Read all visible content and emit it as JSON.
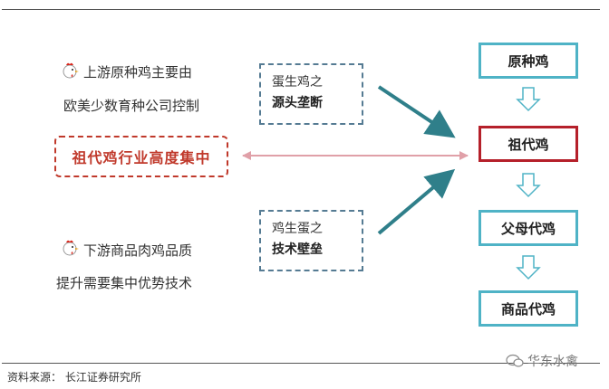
{
  "upstream": {
    "line1": "上游原种鸡主要由",
    "line2": "欧美少数育种公司控制"
  },
  "centralize": {
    "label": "祖代鸡行业高度集中"
  },
  "downstream": {
    "line1": "下游商品肉鸡品质",
    "line2": "提升需要集中优势技术"
  },
  "egg_box": {
    "line1": "蛋生鸡之",
    "line2": "源头垄断"
  },
  "chicken_box": {
    "line1": "鸡生蛋之",
    "line2": "技术壁垒"
  },
  "chain": {
    "items": [
      "原种鸡",
      "祖代鸡",
      "父母代鸡",
      "商品代鸡"
    ]
  },
  "footer": {
    "source": "资料来源：  长江证券研究所",
    "watermark": "华东水禽"
  },
  "colors": {
    "teal": "#2f7f8a",
    "chain_blue": "#4fb3c6",
    "chain_red": "#b5202a",
    "dashed_red": "#c0392b",
    "dashed_blue": "#557b93",
    "double_arrow": "#e0a0a8"
  }
}
